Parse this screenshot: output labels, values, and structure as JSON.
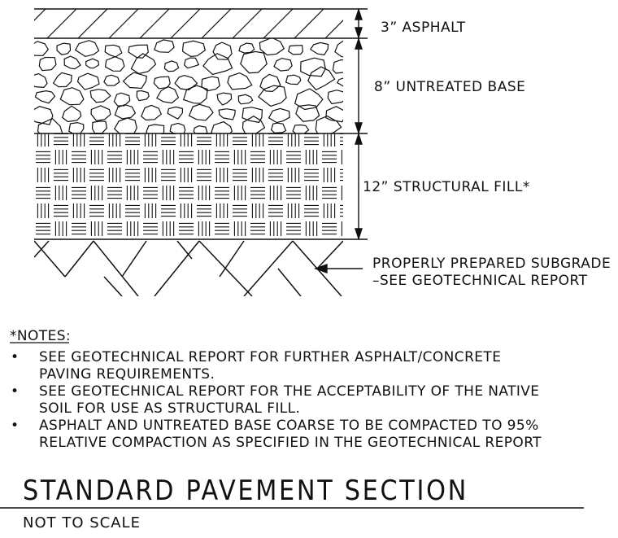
{
  "layers": [
    {
      "key": "asphalt",
      "label": "3” ASPHALT"
    },
    {
      "key": "base",
      "label": "8” UNTREATED BASE"
    },
    {
      "key": "fill",
      "label": "12” STRUCTURAL FILL*"
    }
  ],
  "subgrade_callout": {
    "line1": "PROPERLY PREPARED SUBGRADE",
    "line2": "–SEE GEOTECHNICAL REPORT"
  },
  "notes": {
    "heading": "*NOTES:",
    "bullet_glyph": "•",
    "items": [
      {
        "line1": "SEE GEOTECHNICAL REPORT FOR FURTHER ASPHALT/CONCRETE",
        "line2": "PAVING REQUIREMENTS."
      },
      {
        "line1": "SEE GEOTECHNICAL REPORT FOR THE ACCEPTABILITY OF THE NATIVE",
        "line2": "SOIL FOR USE AS STRUCTURAL FILL."
      },
      {
        "line1": "ASPHALT AND UNTREATED BASE COARSE TO BE COMPACTED TO 95%",
        "line2": "RELATIVE COMPACTION AS SPECIFIED IN THE GEOTECHNICAL REPORT"
      }
    ]
  },
  "title": "STANDARD PAVEMENT SECTION",
  "scale_note": "NOT TO SCALE",
  "line_color": "#111111"
}
